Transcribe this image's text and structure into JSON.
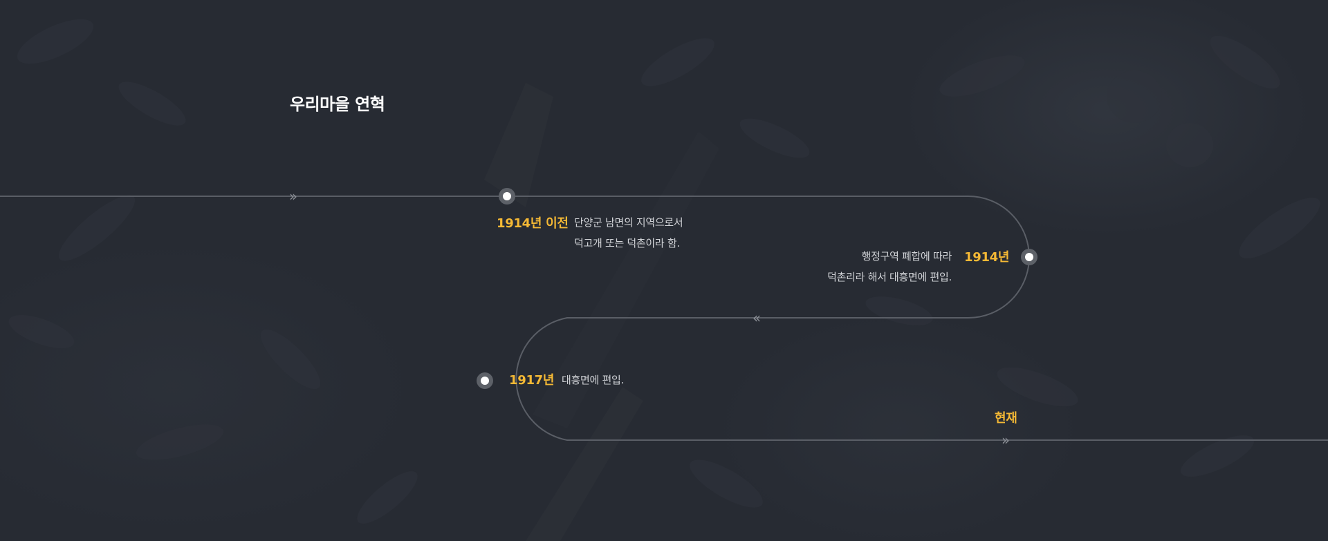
{
  "section": {
    "title": "우리마을 연혁"
  },
  "timeline": {
    "items": [
      {
        "year": "1914년 이전",
        "lines": [
          "단양군 남면의 지역으로서",
          "덕고개 또는 덕촌이라 함."
        ]
      },
      {
        "year": "1914년",
        "lines": [
          "행정구역 폐합에 따라",
          "덕촌리라 해서 대흥면에 편입."
        ]
      },
      {
        "year": "1917년",
        "lines": [
          "대흥면에 편입."
        ]
      }
    ],
    "end_label": "현재"
  },
  "icons": {
    "forward": "double-chevron-right-icon",
    "back": "double-chevron-left-icon",
    "node": "timeline-node-icon"
  },
  "colors": {
    "background": "#272b33",
    "accent": "#f5b935",
    "line": "#5a5e66",
    "text": "#d2d4d8",
    "title": "#ffffff"
  }
}
